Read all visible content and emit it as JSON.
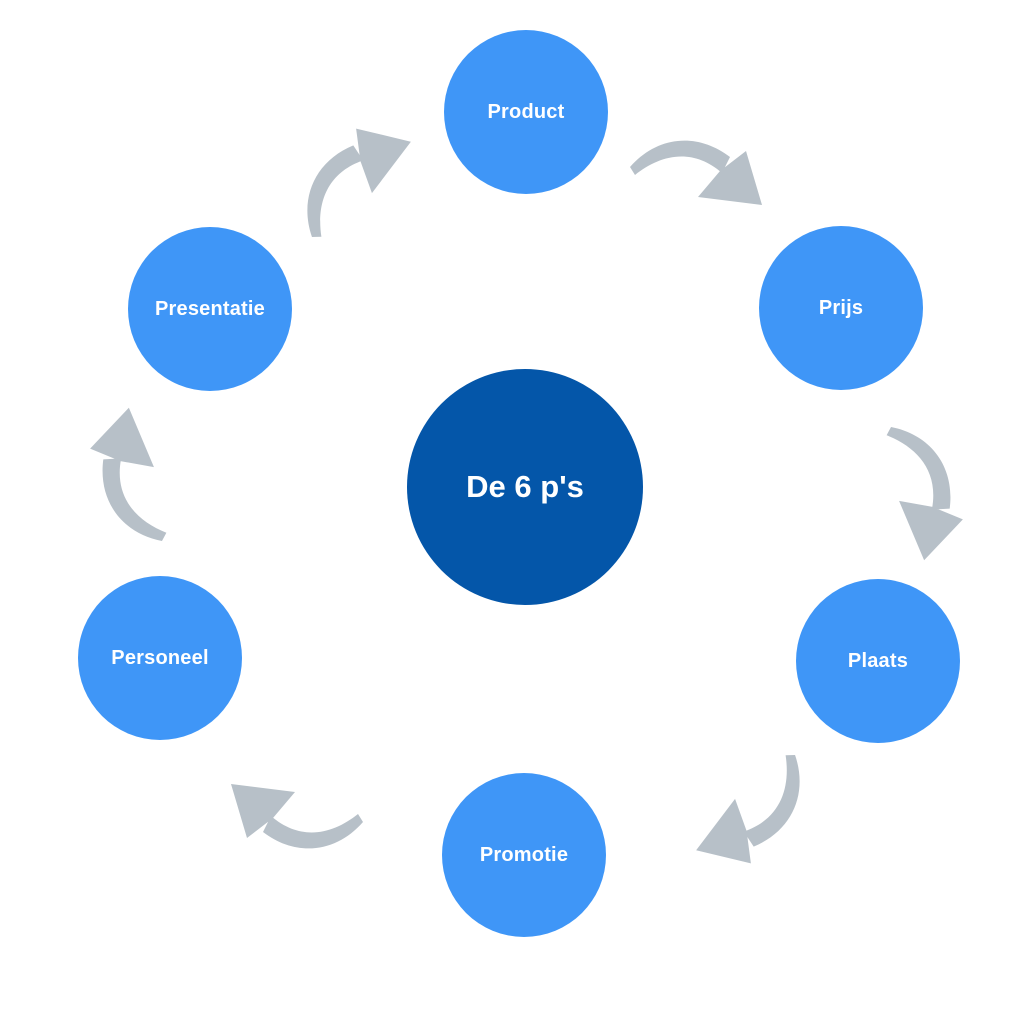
{
  "diagram": {
    "type": "cycle",
    "title": "De 6 p's",
    "flow_direction": "clockwise",
    "center": {
      "label": "De 6 p's"
    },
    "nodes": [
      {
        "label": "Product",
        "position": "top"
      },
      {
        "label": "Prijs",
        "position": "upper-right"
      },
      {
        "label": "Plaats",
        "position": "lower-right"
      },
      {
        "label": "Promotie",
        "position": "bottom"
      },
      {
        "label": "Personeel",
        "position": "lower-left"
      },
      {
        "label": "Presentatie",
        "position": "upper-left"
      }
    ],
    "connectors": [
      {
        "from": "Product",
        "to": "Prijs"
      },
      {
        "from": "Prijs",
        "to": "Plaats"
      },
      {
        "from": "Plaats",
        "to": "Promotie"
      },
      {
        "from": "Promotie",
        "to": "Personeel"
      },
      {
        "from": "Personeel",
        "to": "Presentatie"
      },
      {
        "from": "Presentatie",
        "to": "Product"
      }
    ],
    "colors": {
      "background": "#ffffff",
      "center-circle": "#0456a9",
      "node-circle": "#3f96f7",
      "arrow": "#b7c0c8",
      "label": "#ffffff"
    }
  }
}
